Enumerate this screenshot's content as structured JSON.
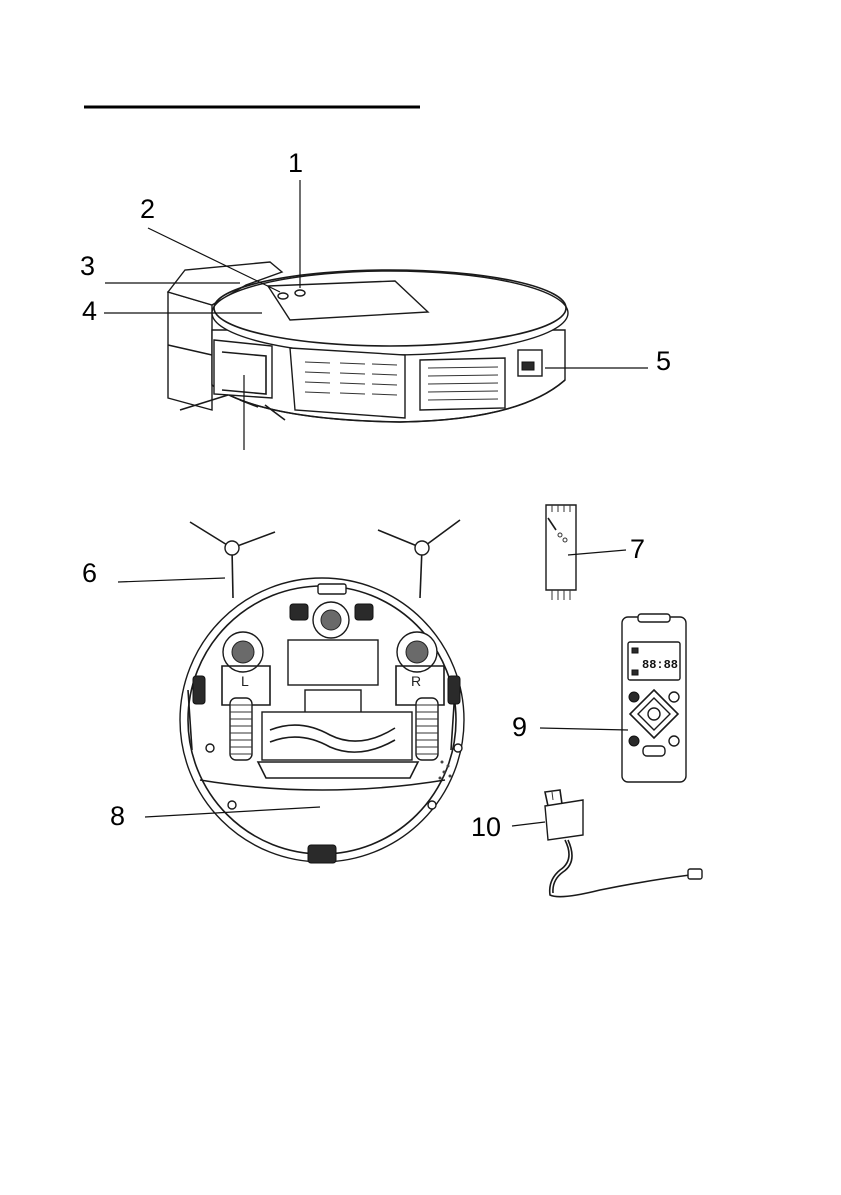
{
  "callouts": {
    "c1": "1",
    "c2": "2",
    "c3": "3",
    "c4": "4",
    "c5": "5",
    "c6": "6",
    "c7": "7",
    "c8": "8",
    "c9": "9",
    "c10": "10"
  },
  "robot_bottom": {
    "left_wheel_letter": "L",
    "right_wheel_letter": "R"
  },
  "remote": {
    "display_digits": "88:88"
  }
}
